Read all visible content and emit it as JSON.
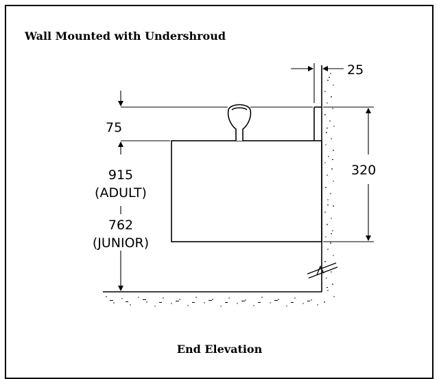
{
  "title": "Wall Mounted  with Undershroud",
  "caption": "End Elevation",
  "dimensions": {
    "wall_offset": "25",
    "top_height": "75",
    "adult_height": "915",
    "adult_label": "(ADULT)",
    "junior_height": "762",
    "junior_label": "(JUNIOR)",
    "unit_height": "320"
  }
}
